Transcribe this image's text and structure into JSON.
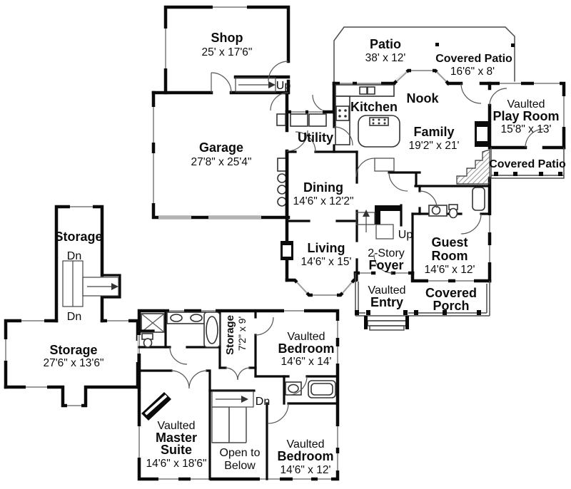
{
  "plan": {
    "floor1": {
      "shop": {
        "name": "Shop",
        "dims": "25' x 17'6\""
      },
      "garage": {
        "name": "Garage",
        "dims": "27'8\" x 25'4\""
      },
      "patio": {
        "name": "Patio",
        "dims": "38' x 12'"
      },
      "covered_patio_upper": {
        "name": "Covered Patio",
        "dims": "16'6\" x 8'"
      },
      "kitchen": {
        "name": "Kitchen"
      },
      "nook": {
        "name": "Nook"
      },
      "family": {
        "name": "Family",
        "dims": "19'2\" x 21'"
      },
      "play_room": {
        "prefix": "Vaulted",
        "name": "Play Room",
        "dims": "15'8\" x 13'"
      },
      "covered_patio_right": {
        "name": "Covered Patio"
      },
      "utility": {
        "name": "Utility"
      },
      "dining": {
        "name": "Dining",
        "dims": "14'6\" x 12'2\""
      },
      "living": {
        "name": "Living",
        "dims": "14'6\" x 15'"
      },
      "foyer": {
        "prefix": "2-Story",
        "name": "Foyer"
      },
      "guest_room": {
        "name1": "Guest",
        "name2": "Room",
        "dims": "14'6\" x 12'"
      },
      "entry": {
        "prefix": "Vaulted",
        "name": "Entry"
      },
      "porch": {
        "name1": "Covered",
        "name2": "Porch"
      },
      "stairs_shop_up": "Up",
      "stairs_foyer_up": "Up"
    },
    "floor2": {
      "storage_tower": {
        "name": "Storage"
      },
      "stairs_tower_dn_top": "Dn",
      "stairs_tower_dn_bottom": "Dn",
      "storage_main": {
        "name": "Storage",
        "dims": "27'6\" x 13'6\""
      },
      "storage_closet": {
        "name": "Storage",
        "dims": "7'2\" x 9'"
      },
      "bedroom_upper": {
        "prefix": "Vaulted",
        "name": "Bedroom",
        "dims": "14'6\" x 14'"
      },
      "master_suite": {
        "prefix": "Vaulted",
        "name1": "Master",
        "name2": "Suite",
        "dims": "14'6\" x 18'6\""
      },
      "open_to_below": {
        "line1": "Open to",
        "line2": "Below"
      },
      "stairs_dn": "Dn",
      "bedroom_lower": {
        "prefix": "Vaulted",
        "name": "Bedroom",
        "dims": "14'6\" x 12'"
      }
    }
  }
}
